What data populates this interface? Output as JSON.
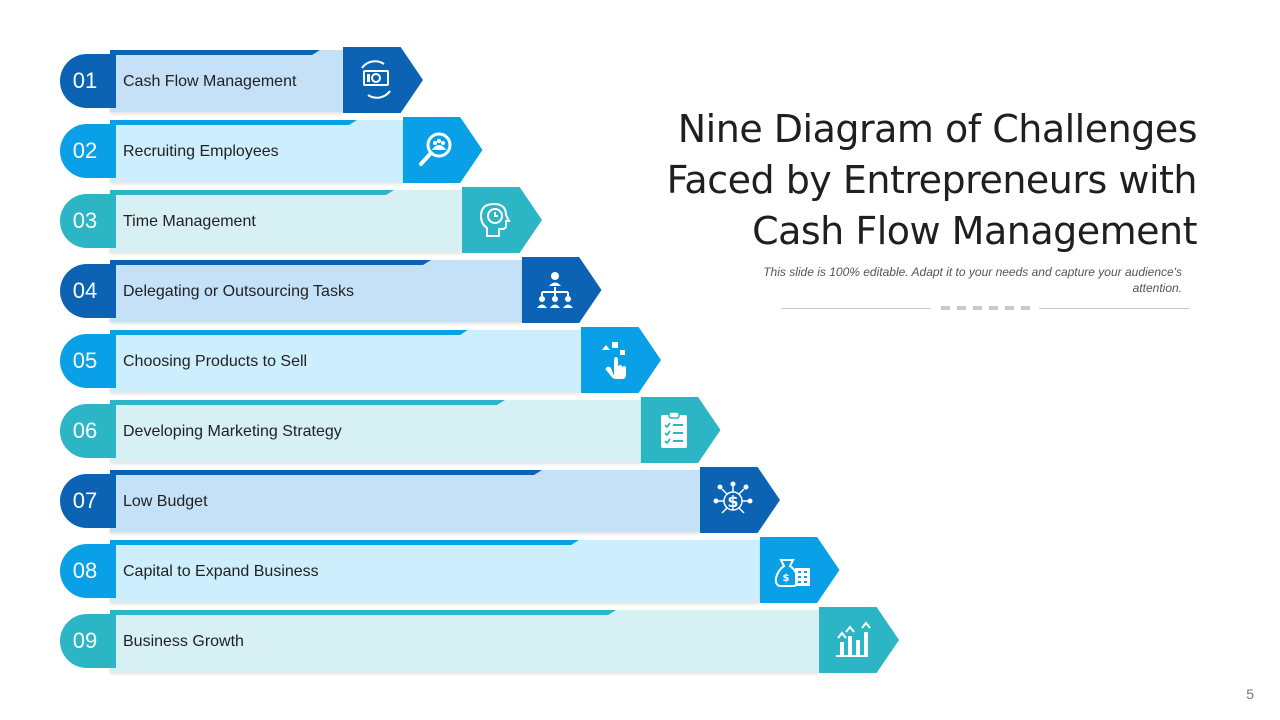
{
  "title": "Nine Diagram of Challenges Faced by Entrepreneurs with Cash Flow Management",
  "subtitle": "This slide is 100% editable. Adapt it to your needs and capture your audience's attention.",
  "page_number": "5",
  "colors": {
    "dark_blue": "#0c63b3",
    "bright_blue": "#0aa0e8",
    "teal": "#2cb5c4",
    "bar_dark": "#c5e1f8",
    "bar_bright": "#cdeefc",
    "bar_teal": "#d6f0f3"
  },
  "items": [
    {
      "number": "01",
      "label": "Cash Flow Management",
      "icon": "money-cycle-icon",
      "theme": "dark"
    },
    {
      "number": "02",
      "label": "Recruiting Employees",
      "icon": "search-people-icon",
      "theme": "bright"
    },
    {
      "number": "03",
      "label": "Time Management",
      "icon": "head-clock-icon",
      "theme": "teal"
    },
    {
      "number": "04",
      "label": "Delegating or Outsourcing Tasks",
      "icon": "org-chart-icon",
      "theme": "dark"
    },
    {
      "number": "05",
      "label": "Choosing Products to Sell",
      "icon": "hand-pointer-icon",
      "theme": "bright"
    },
    {
      "number": "06",
      "label": "Developing Marketing Strategy",
      "icon": "clipboard-checklist-icon",
      "theme": "teal"
    },
    {
      "number": "07",
      "label": "Low Budget",
      "icon": "dollar-network-icon",
      "theme": "dark"
    },
    {
      "number": "08",
      "label": "Capital to Expand Business",
      "icon": "money-bag-building-icon",
      "theme": "bright"
    },
    {
      "number": "09",
      "label": "Business Growth",
      "icon": "bar-growth-icon",
      "theme": "teal"
    }
  ]
}
